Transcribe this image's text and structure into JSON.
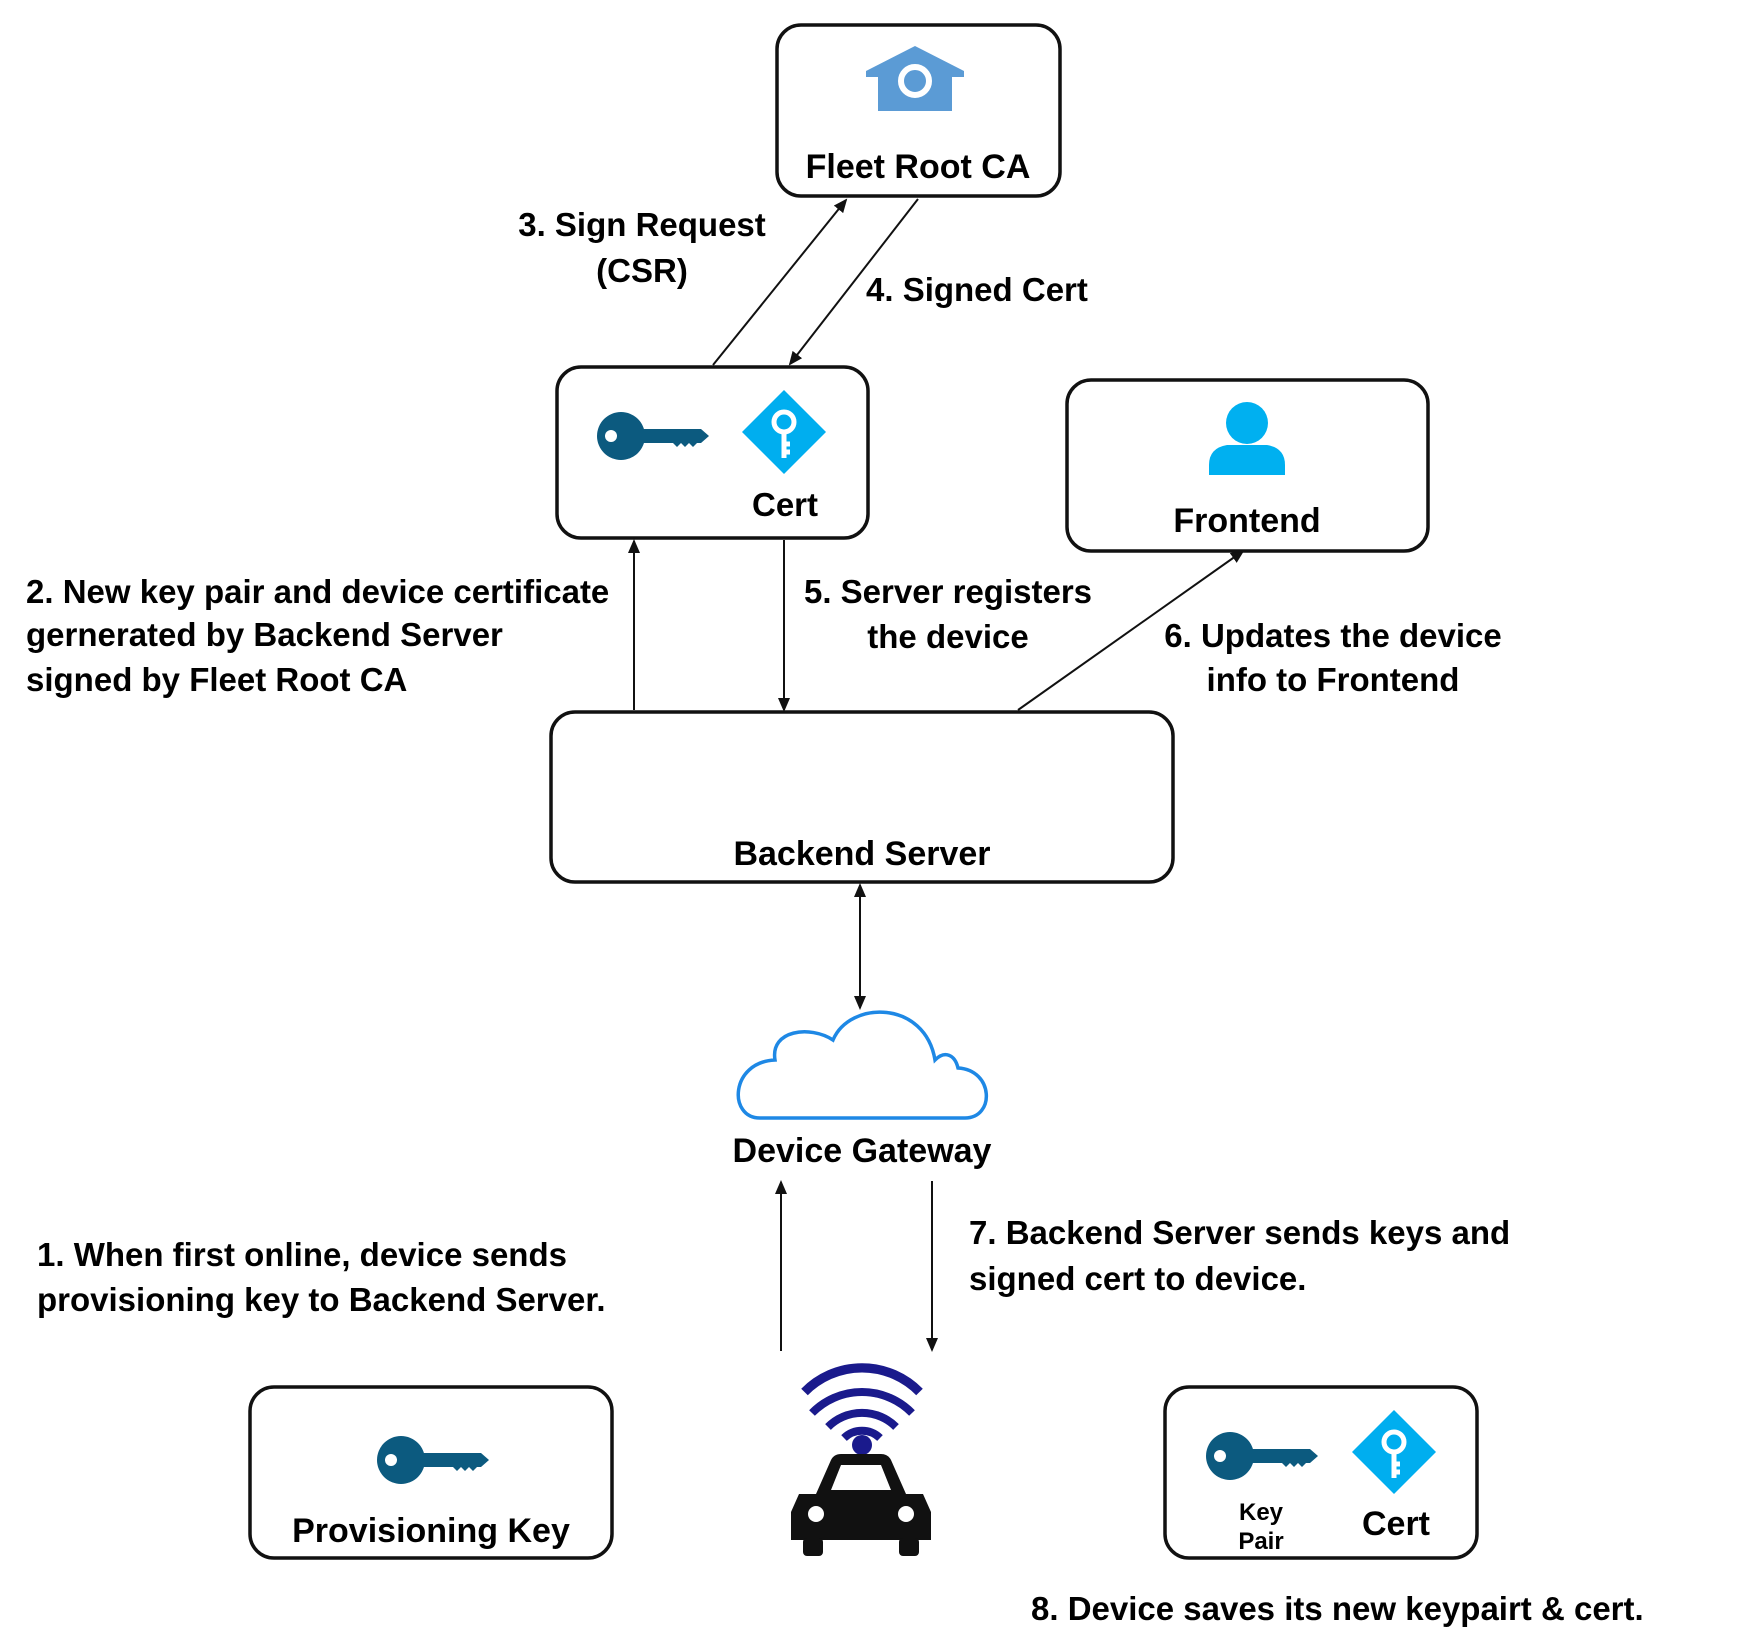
{
  "colors": {
    "ca_icon": "#5b9bd5",
    "key_icon": "#0c5a7f",
    "cert_icon": "#00aeef",
    "user_icon": "#00b0f0",
    "cloud_stroke": "#1e88e5",
    "wifi": "#1a1a8c",
    "car": "#111111",
    "text": "#000000",
    "border": "#111111"
  },
  "nodes": {
    "fleet_root_ca": {
      "label": "Fleet Root CA",
      "icon": "ca-house-icon"
    },
    "cert_box": {
      "cert_label": "Cert",
      "icons": [
        "key-icon",
        "certificate-icon"
      ]
    },
    "frontend": {
      "label": "Frontend",
      "icon": "user-icon"
    },
    "backend_server": {
      "label": "Backend Server"
    },
    "device_gateway": {
      "label": "Device Gateway",
      "icon": "cloud-icon"
    },
    "provisioning_key": {
      "label": "Provisioning Key",
      "icon": "key-icon"
    },
    "device": {
      "icons": [
        "wifi-icon",
        "car-icon"
      ]
    },
    "device_store": {
      "key_label_1": "Key",
      "key_label_2": "Pair",
      "cert_label": "Cert"
    }
  },
  "steps": {
    "s1": {
      "line1": "1. When first online, device sends",
      "line2": "provisioning key to Backend Server."
    },
    "s2": {
      "line1": "2. New key pair and device certificate",
      "line2": "gernerated by Backend Server",
      "line3": "signed by Fleet Root CA"
    },
    "s3": {
      "line1": "3. Sign Request",
      "line2": "(CSR)"
    },
    "s4": {
      "line1": "4. Signed Cert"
    },
    "s5": {
      "line1": "5. Server registers",
      "line2": "the device"
    },
    "s6": {
      "line1": "6. Updates the device",
      "line2": "info to Frontend"
    },
    "s7": {
      "line1": "7. Backend Server sends keys and",
      "line2": "signed cert to device."
    },
    "s8": {
      "line1": "8. Device saves its new keypairt & cert."
    }
  }
}
